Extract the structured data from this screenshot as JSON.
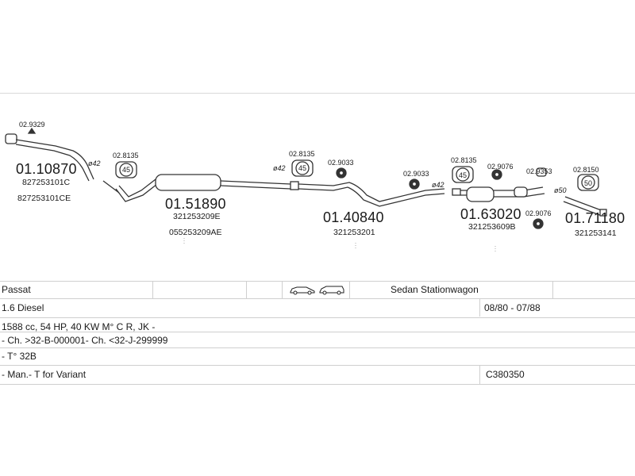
{
  "parts": {
    "p1": {
      "number": "01.10870",
      "oems": [
        "827253101C",
        "827253101CE"
      ],
      "clamp": "02.9329",
      "diameter": "ø42"
    },
    "p2": {
      "number": "01.51890",
      "oems": [
        "321253209E",
        "055253209AE"
      ],
      "mount": "02.8135",
      "mount_size": "45",
      "diameter": "ø42"
    },
    "p3": {
      "number": "01.40840",
      "oems": [
        "321253201"
      ],
      "mount": "02.8135",
      "mount_size": "45",
      "ring": "02.9033",
      "diameter": "ø42"
    },
    "p4": {
      "number": "01.63020",
      "oems": [
        "321253609B"
      ],
      "mount": "02.8135",
      "mount_size": "45",
      "ring_left": "02.9033",
      "ring_a": "02.9076",
      "ring_b": "02.9076",
      "diameter": "ø50"
    },
    "p5": {
      "number": "01.71180",
      "oems": [
        "321253141"
      ],
      "ring": "02.9353",
      "mount": "02.8150",
      "mount_size": "50"
    }
  },
  "table": {
    "model": "Passat",
    "body_types": "Sedan Stationwagon",
    "engine": "1.6 Diesel",
    "years": "08/80 - 07/88",
    "spec": "1588 cc, 54 HP, 40 KW M° C R, JK -",
    "chassis": "- Ch. >32-B-000001- Ch. <32-J-299999",
    "type": "- T° 32B",
    "transmission": "- Man.- T for Variant",
    "code": "C380350"
  }
}
